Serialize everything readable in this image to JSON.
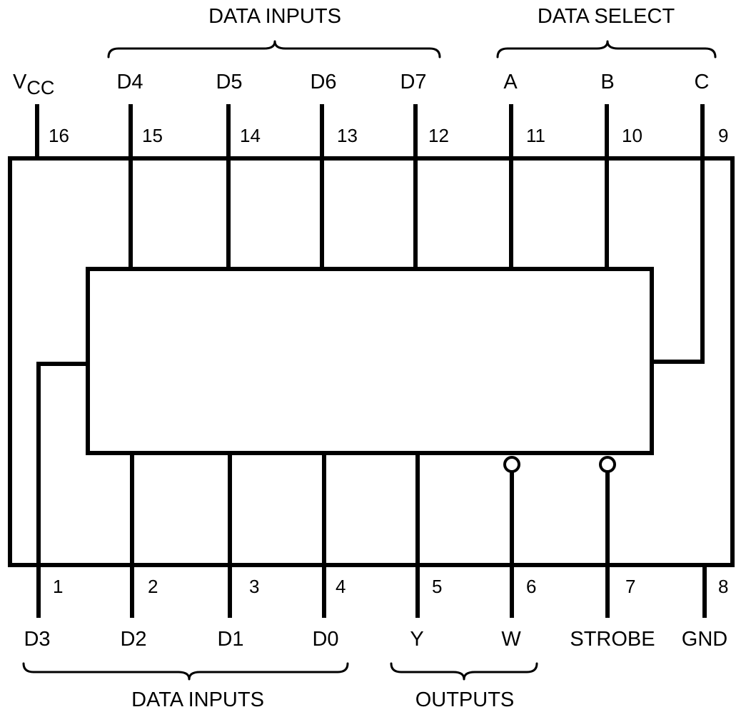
{
  "group_labels": {
    "top_data_inputs": "DATA INPUTS",
    "data_select": "DATA SELECT",
    "bottom_data_inputs": "DATA INPUTS",
    "outputs": "OUTPUTS"
  },
  "top_pins": [
    {
      "num": "16",
      "name": "V",
      "name_sub": "CC"
    },
    {
      "num": "15",
      "name": "D4"
    },
    {
      "num": "14",
      "name": "D5"
    },
    {
      "num": "13",
      "name": "D6"
    },
    {
      "num": "12",
      "name": "D7"
    },
    {
      "num": "11",
      "name": "A"
    },
    {
      "num": "10",
      "name": "B"
    },
    {
      "num": "9",
      "name": "C"
    }
  ],
  "bottom_pins": [
    {
      "num": "1",
      "name": "D3"
    },
    {
      "num": "2",
      "name": "D2"
    },
    {
      "num": "3",
      "name": "D1"
    },
    {
      "num": "4",
      "name": "D0"
    },
    {
      "num": "5",
      "name": "Y"
    },
    {
      "num": "6",
      "name": "W",
      "inverted": true
    },
    {
      "num": "7",
      "name": "STROBE",
      "inverted": true
    },
    {
      "num": "8",
      "name": "GND"
    }
  ],
  "colors": {
    "ink": "#000000",
    "background": "#ffffff"
  }
}
